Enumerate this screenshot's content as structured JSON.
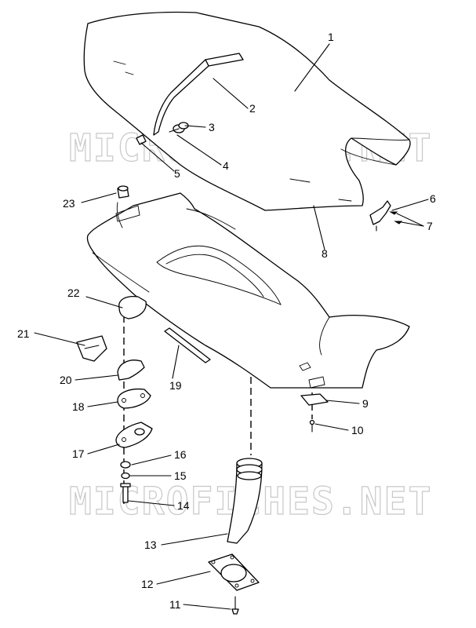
{
  "watermark": [
    "MICROFICHES.NET",
    "MICROFICHES.NET"
  ],
  "callouts": [
    "1",
    "2",
    "3",
    "4",
    "5",
    "6",
    "7",
    "8",
    "9",
    "10",
    "11",
    "12",
    "13",
    "14",
    "15",
    "16",
    "17",
    "18",
    "19",
    "20",
    "21",
    "22",
    "23"
  ]
}
